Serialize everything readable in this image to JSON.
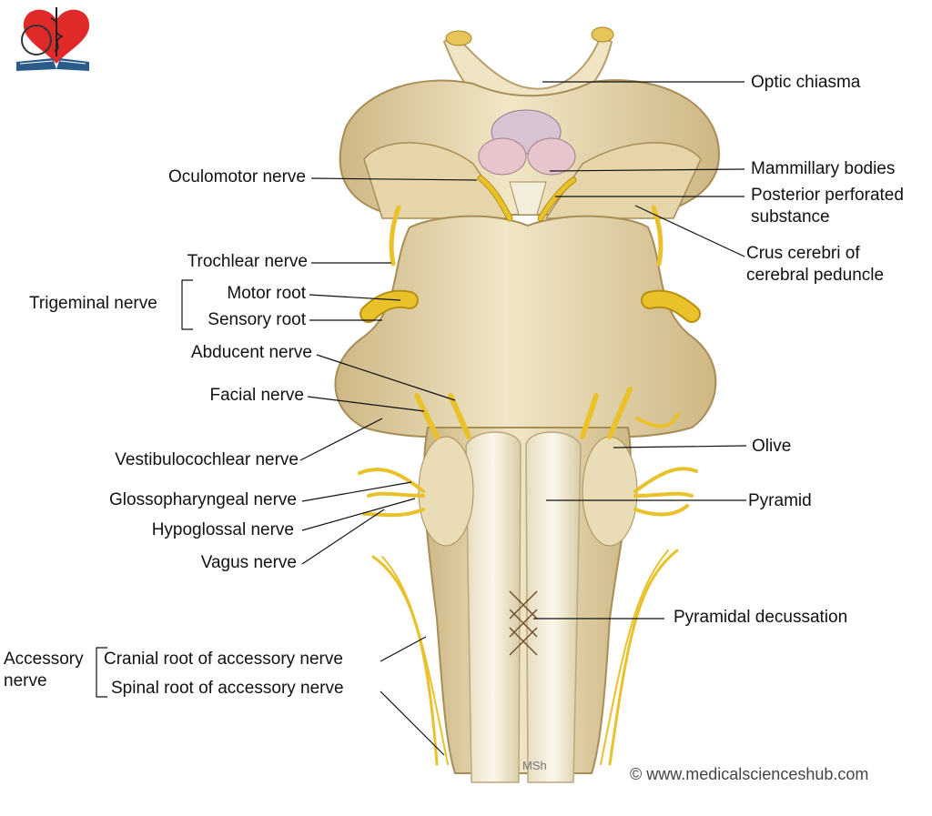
{
  "labels": {
    "optic_chiasma": "Optic chiasma",
    "mammillary_bodies": "Mammillary bodies",
    "posterior_perforated_1": "Posterior perforated",
    "posterior_perforated_2": "substance",
    "crus_cerebri_1": "Crus cerebri of",
    "crus_cerebri_2": "cerebral peduncle",
    "oculomotor_nerve": "Oculomotor nerve",
    "trochlear_nerve": "Trochlear nerve",
    "trigeminal_nerve": "Trigeminal nerve",
    "motor_root": "Motor root",
    "sensory_root": "Sensory root",
    "abducent_nerve": "Abducent nerve",
    "facial_nerve": "Facial nerve",
    "vestibulocochlear_nerve": "Vestibulocochlear nerve",
    "glossopharyngeal_nerve": "Glossopharyngeal nerve",
    "hypoglossal_nerve": "Hypoglossal nerve",
    "vagus_nerve": "Vagus nerve",
    "olive": "Olive",
    "pyramid": "Pyramid",
    "pyramidal_decussation": "Pyramidal decussation",
    "accessory_nerve_1": "Accessory",
    "accessory_nerve_2": "nerve",
    "cranial_root": "Cranial root of accessory nerve",
    "spinal_root": "Spinal root of accessory nerve"
  },
  "watermark": "© www.medicalscienceshub.com",
  "signature": "MSh",
  "colors": {
    "tissue": "#e8d9b0",
    "tissue_shadow": "#cbb37f",
    "nerve": "#e9c12a",
    "nerve_dark": "#b88f10",
    "mammillary": "#dcc0cc",
    "logo_heart": "#e02a2a",
    "leader": "#111111"
  }
}
